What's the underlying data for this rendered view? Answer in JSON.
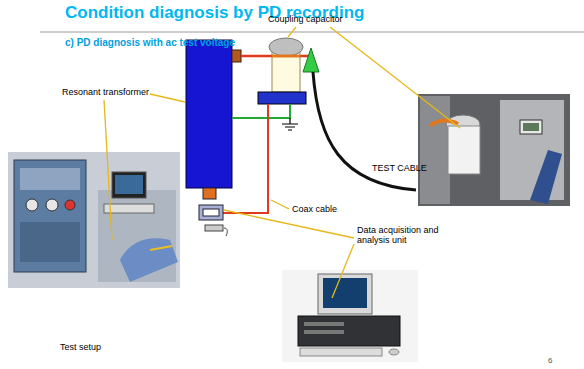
{
  "diagram": {
    "title": "Condition diagnosis by PD recording",
    "labels": [
      "c) PD diagnosis with ac test voltage",
      "Coupling capacitor",
      "Resonant transformer",
      "TEST CABLE",
      "Coax cable",
      "Data acquisition and analysis unit",
      "Test setup",
      "6"
    ]
  }
}
